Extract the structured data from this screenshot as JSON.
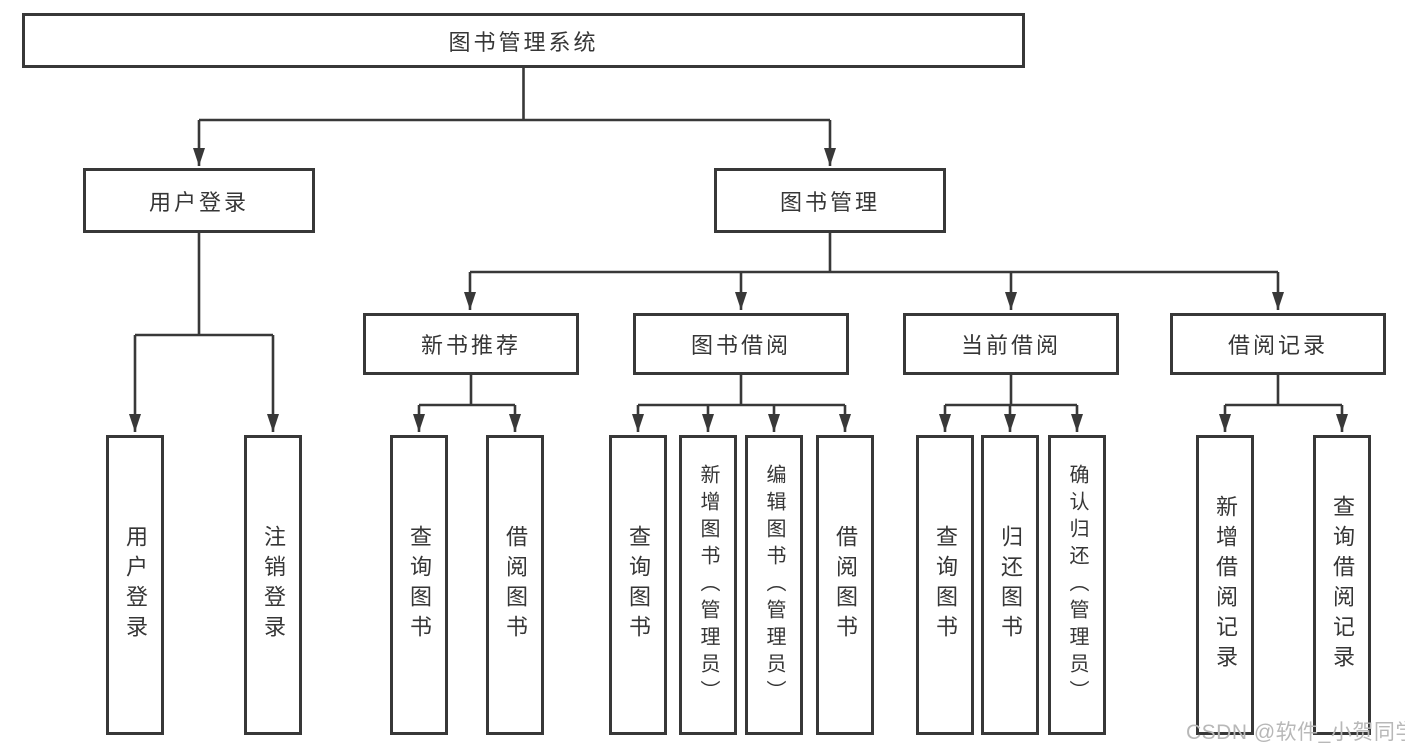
{
  "diagram_title": "图书管理系统",
  "tree": {
    "label": "图书管理系统",
    "children": [
      {
        "label": "用户登录",
        "children": [
          {
            "label": "用户登录"
          },
          {
            "label": "注销登录"
          }
        ]
      },
      {
        "label": "图书管理",
        "children": [
          {
            "label": "新书推荐",
            "children": [
              {
                "label": "查询图书"
              },
              {
                "label": "借阅图书"
              }
            ]
          },
          {
            "label": "图书借阅",
            "children": [
              {
                "label": "查询图书"
              },
              {
                "label": "新增图书（管理员）"
              },
              {
                "label": "编辑图书（管理员）"
              },
              {
                "label": "借阅图书"
              }
            ]
          },
          {
            "label": "当前借阅",
            "children": [
              {
                "label": "查询图书"
              },
              {
                "label": "归还图书"
              },
              {
                "label": "确认归还（管理员）"
              }
            ]
          },
          {
            "label": "借阅记录",
            "children": [
              {
                "label": "新增借阅记录"
              },
              {
                "label": "查询借阅记录"
              }
            ]
          }
        ]
      }
    ]
  },
  "watermark": {
    "text": "CSDN @软件_小贺同学"
  },
  "colors": {
    "line": "#383838",
    "box_border": "#383838",
    "text": "#363636",
    "box_background": "#ffffff",
    "page_background": "#ffffff",
    "watermark": "#b8b8b8"
  }
}
